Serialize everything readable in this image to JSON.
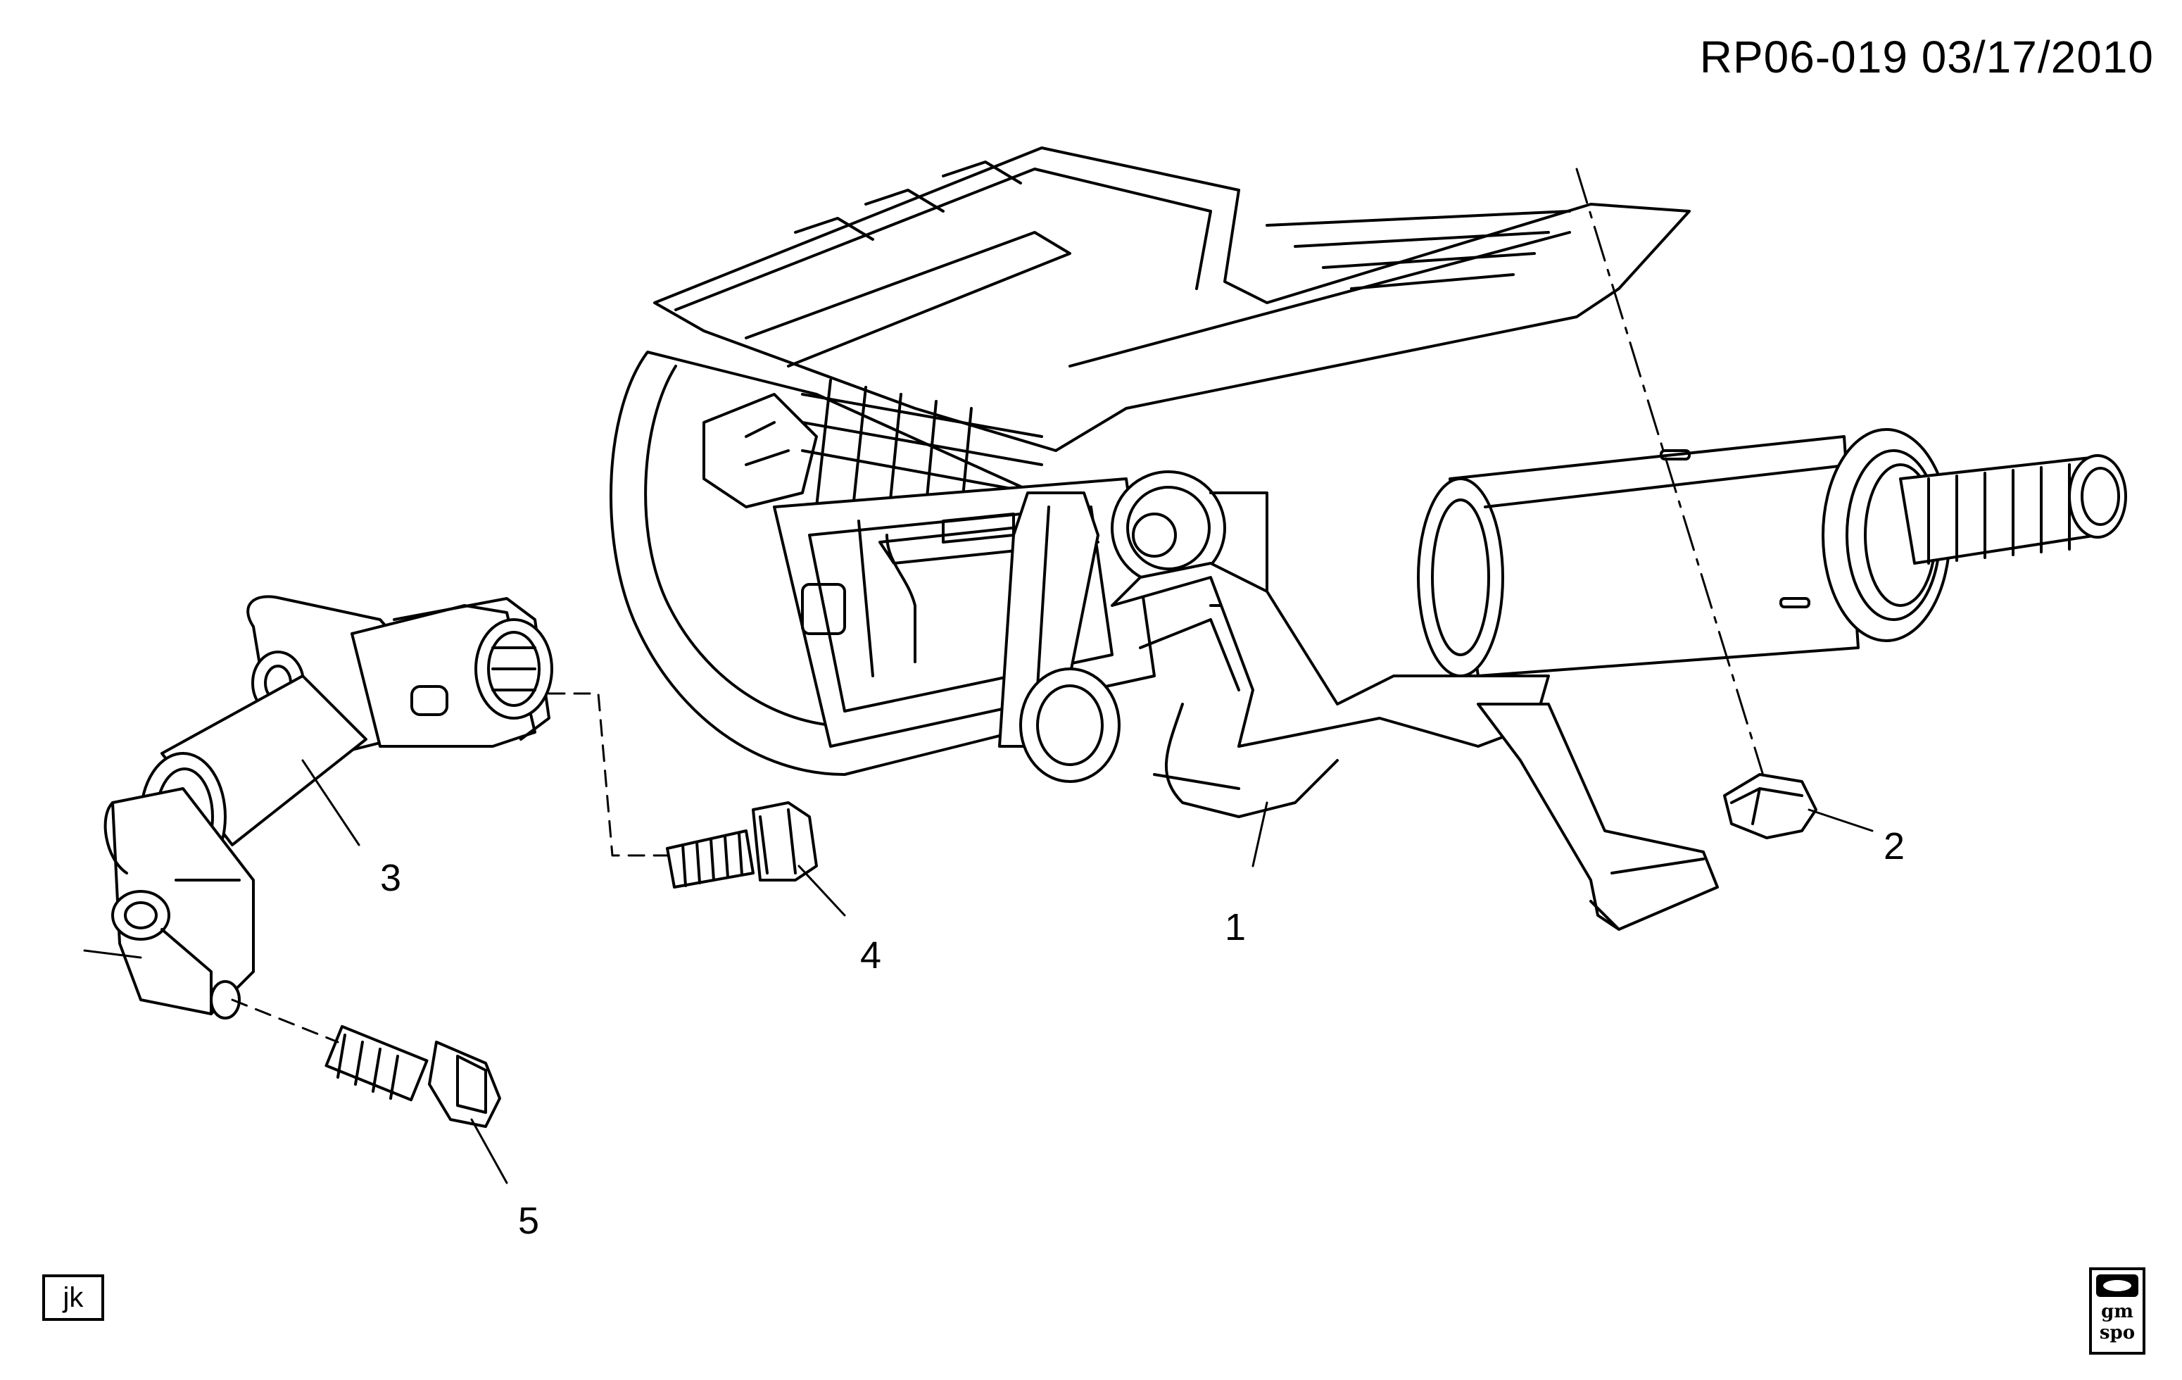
{
  "header": {
    "code": "RP06-019  03/17/2010"
  },
  "callouts": [
    {
      "number": "1",
      "part": "steering column"
    },
    {
      "number": "2",
      "part": "nut"
    },
    {
      "number": "3",
      "part": "intermediate shaft"
    },
    {
      "number": "4",
      "part": "bolt"
    },
    {
      "number": "5",
      "part": "bolt"
    }
  ],
  "footer": {
    "initials": "jk",
    "logo_text": "gm\nspo"
  }
}
